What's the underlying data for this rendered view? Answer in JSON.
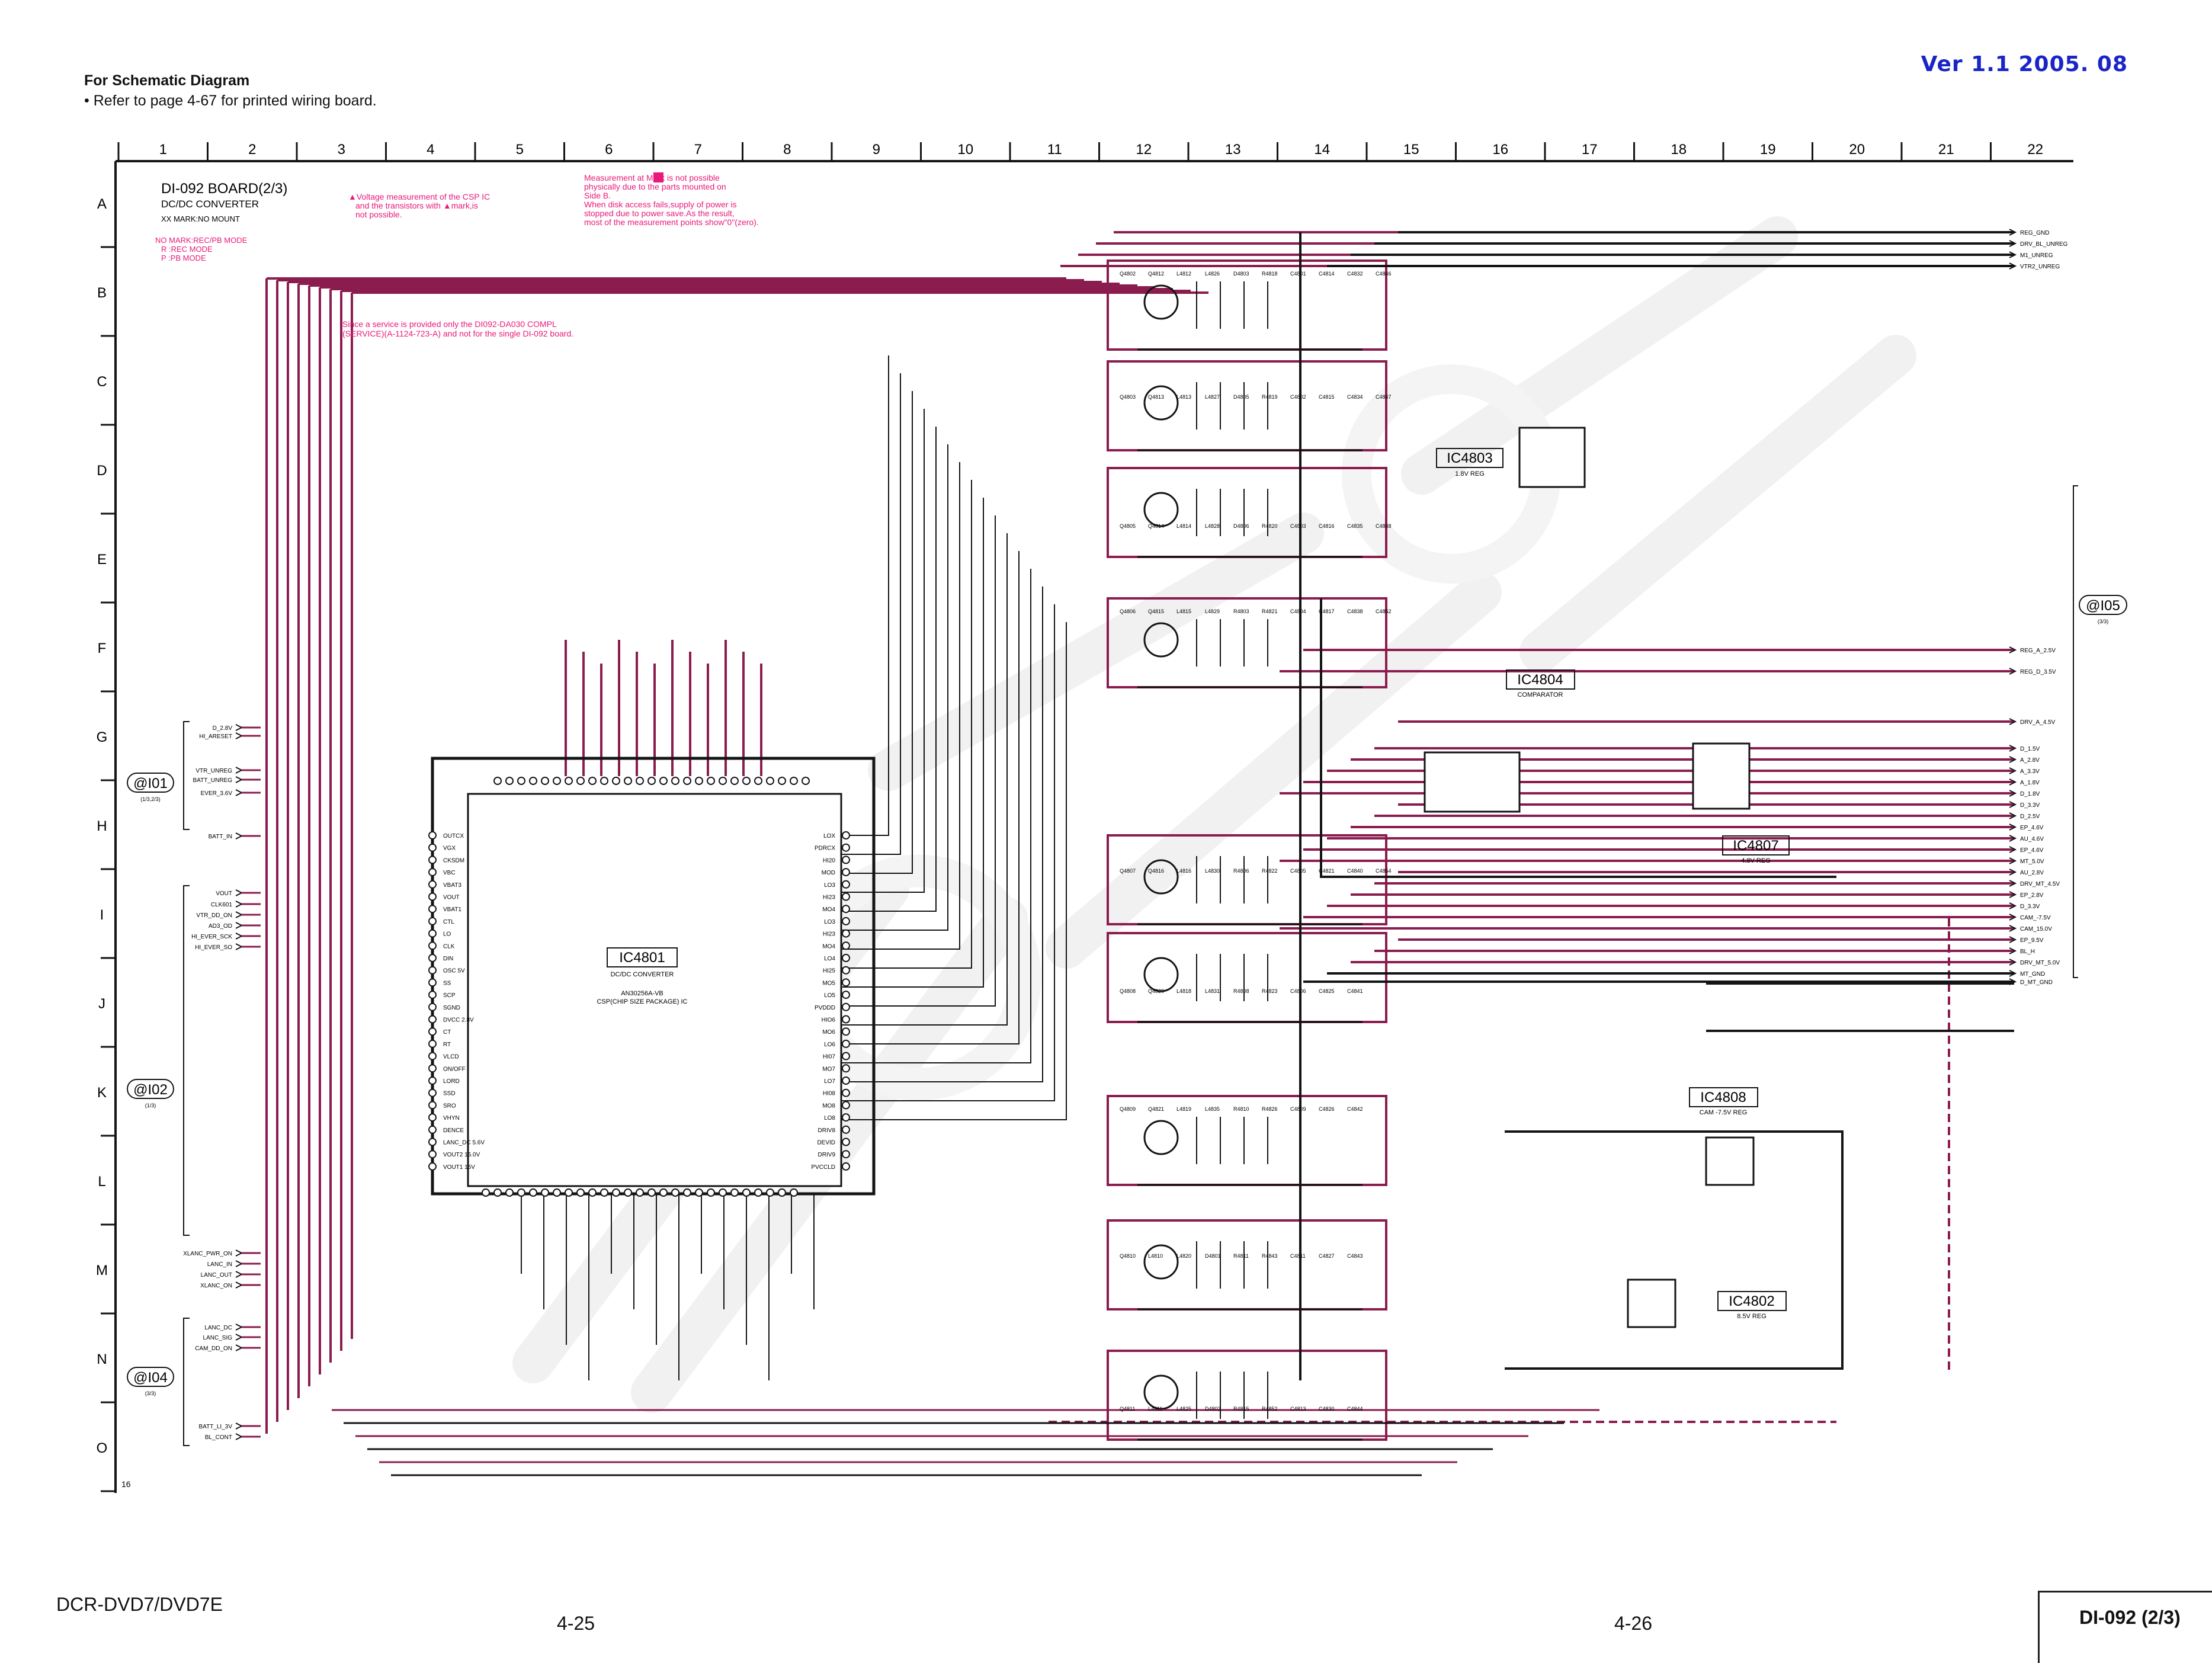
{
  "header": {
    "title": "For Schematic Diagram",
    "note": "• Refer to page 4-67 for printed wiring board.",
    "version": "Ver 1.1  2005. 08"
  },
  "grid": {
    "columns": [
      "1",
      "2",
      "3",
      "4",
      "5",
      "6",
      "7",
      "8",
      "9",
      "10",
      "11",
      "12",
      "13",
      "14",
      "15",
      "16",
      "17",
      "18",
      "19",
      "20",
      "21",
      "22"
    ],
    "rows": [
      "A",
      "B",
      "C",
      "D",
      "E",
      "F",
      "G",
      "H",
      "I",
      "J",
      "K",
      "L",
      "M",
      "N",
      "O"
    ],
    "corner_number": "16"
  },
  "board": {
    "name": "DI-092 BOARD(2/3)",
    "function": "DC/DC CONVERTER",
    "no_mount": "XX MARK:NO MOUNT",
    "mode_lines": [
      "NO MARK:REC/PB MODE",
      "R  :REC MODE",
      "P  :PB MODE"
    ],
    "voltage_note": [
      "▲Voltage measurement of the CSP IC",
      "and the transistors with  ▲mark,is",
      "not possible."
    ],
    "measurement_note": [
      "Measurement at    Mark is not possible",
      "physically due to the parts mounted on",
      "Side B.",
      "When disk access fails,supply of power is",
      "stopped due to power save.As the result,",
      "most of the measurement points show\"0\"(zero)."
    ],
    "service_note": [
      "Since a service is provided only the DI092-DA030 COMPL",
      "(SERVICE)(A-1124-723-A) and not for the single DI-092 board."
    ]
  },
  "ics": {
    "ic4801": {
      "label": "IC4801",
      "desc": "DC/DC CONVERTER",
      "part": "AN30256A-VB",
      "pkg": "CSP(CHIP SIZE PACKAGE) IC"
    },
    "ic4803": {
      "label": "IC4803",
      "desc": "1.8V REG"
    },
    "ic4804": {
      "label": "IC4804",
      "desc": "COMPARATOR"
    },
    "ic4807": {
      "label": "IC4807",
      "desc": "4.8V REG"
    },
    "ic4808": {
      "label": "IC4808",
      "desc": "CAM -7.5V REG"
    },
    "ic4802": {
      "label": "IC4802",
      "desc": "8.5V REG"
    }
  },
  "connectors": {
    "i01": {
      "label": "@I01",
      "sub": "(1/3,2/3)"
    },
    "i02": {
      "label": "@I02",
      "sub": "(1/3)"
    },
    "i04": {
      "label": "@I04",
      "sub": "(3/3)"
    },
    "i05": {
      "label": "@I05",
      "sub": "(3/3)"
    }
  },
  "left_signals": [
    "D_2.8V",
    "HI_ARESET",
    "VTR_UNREG",
    "BATT_UNREG",
    "EVER_3.6V",
    "BATT_IN",
    "VOUT",
    "CLK601",
    "VTR_DD_ON",
    "AD3_OD",
    "HI_EVER_SCK",
    "HI_EVER_SO",
    "XLANC_PWR_ON",
    "LANC_IN",
    "LANC_OUT",
    "XLANC_ON",
    "LANC_DC",
    "LANC_SIG",
    "CAM_DD_ON",
    "BATT_LI_3V",
    "BL_CONT"
  ],
  "right_signals": [
    "REG_GND",
    "DRV_BL_UNREG",
    "M1_UNREG",
    "VTR2_UNREG",
    "REG_A_2.5V",
    "REG_D_3.5V",
    "DRV_A_4.5V",
    "D_1.5V",
    "A_2.8V",
    "A_3.3V",
    "A_1.8V",
    "D_1.8V",
    "D_3.3V",
    "D_2.5V",
    "EP_4.6V",
    "AU_4.6V",
    "EP_4.6V",
    "MT_5.0V",
    "AU_2.8V",
    "DRV_MT_4.5V",
    "EP_2.8V",
    "D_3.3V",
    "CAM_-7.5V",
    "CAM_15.0V",
    "EP_9.5V",
    "BL_H",
    "DRV_MT_5.0V",
    "MT_GND",
    "D_MT_GND"
  ],
  "ic4801_pins_left": [
    "OUTCX",
    "VGX",
    "CKSDM",
    "VBC",
    "VBAT3",
    "VOUT",
    "VBAT1",
    "CTL",
    "LO",
    "CLK",
    "DIN",
    "OSC 5V",
    "SS",
    "SCP",
    "SGND",
    "DVCC 2.8V",
    "CT",
    "RT",
    "VLCD",
    "ON/OFF",
    "LORD",
    "SSD",
    "SRO",
    "VHYN",
    "DENCE",
    "LANC_DC 5.6V",
    "VOUT2 15.0V",
    "VOUT1 15V"
  ],
  "ic4801_pins_right": [
    "LOX",
    "PDRCX",
    "HI20",
    "MOD",
    "LO3",
    "HI23",
    "MO4",
    "LO3",
    "HI23",
    "MO4",
    "LO4",
    "HI25",
    "MO5",
    "LO5",
    "PVDDD",
    "HIO6",
    "MO6",
    "LO6",
    "HI07",
    "MO7",
    "LO7",
    "HI08",
    "MO8",
    "LO8",
    "DRIV8",
    "DEVID",
    "DRIV9",
    "PVCCLD"
  ],
  "comp_labels": [
    "Q4802",
    "Q4803",
    "Q4805",
    "Q4806",
    "Q4807",
    "Q4808",
    "Q4809",
    "Q4810",
    "Q4811",
    "Q4812",
    "Q4813",
    "Q4814",
    "Q4815",
    "Q4816",
    "Q4820",
    "Q4821",
    "L4810",
    "L4811",
    "L4812",
    "L4813",
    "L4814",
    "L4815",
    "L4816",
    "L4818",
    "L4819",
    "L4820",
    "L4825",
    "L4826",
    "L4827",
    "L4828",
    "L4829",
    "L4830",
    "L4831",
    "L4835",
    "D4801",
    "D4802",
    "D4803",
    "D4805",
    "D4806",
    "R4803",
    "R4806",
    "R4808",
    "R4810",
    "R4811",
    "R4815",
    "R4818",
    "R4819",
    "R4820",
    "R4821",
    "R4822",
    "R4823",
    "R4826",
    "R4843",
    "R4852",
    "C4801",
    "C4802",
    "C4803",
    "C4804",
    "C4805",
    "C4806",
    "C4809",
    "C4811",
    "C4813",
    "C4814",
    "C4815",
    "C4816",
    "C4817",
    "C4821",
    "C4825",
    "C4826",
    "C4827",
    "C4830",
    "C4832",
    "C4834",
    "C4835",
    "C4838",
    "C4840",
    "C4841",
    "C4842",
    "C4843",
    "C4844",
    "C4846",
    "C4847",
    "C4848",
    "C4852",
    "C4854"
  ],
  "footer": {
    "model": "DCR-DVD7/DVD7E",
    "page_left": "4-25",
    "page_right": "4-26",
    "board": "DI-092 (2/3)"
  },
  "colors": {
    "wire_main": "#8a1c4e",
    "wire_black": "#141414",
    "mark_magenta": "#e8197a",
    "version_blue": "#1a25c8",
    "watermark": "#ececec"
  }
}
